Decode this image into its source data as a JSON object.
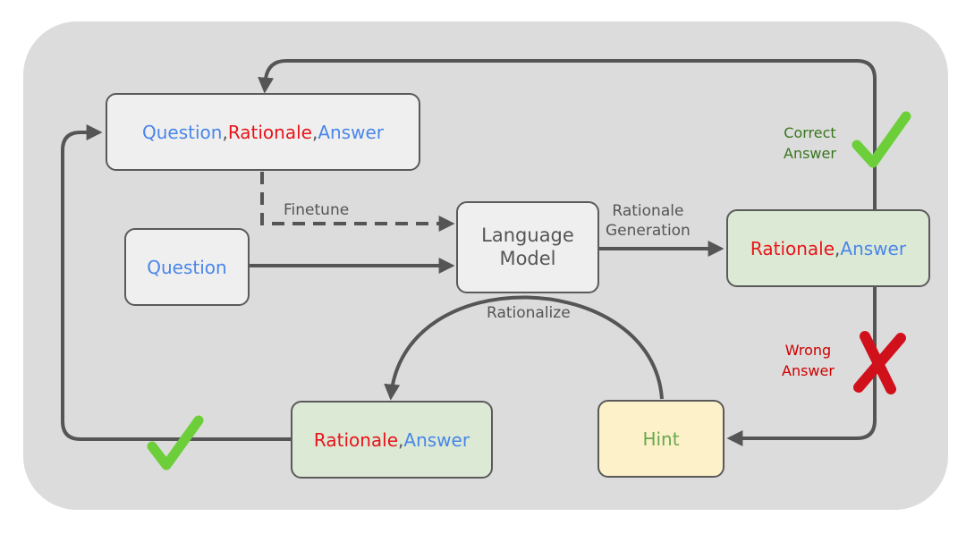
{
  "boxes": {
    "qra": {
      "q": "Question",
      "sep1": ", ",
      "r": "Rationale",
      "sep2": ", ",
      "a": "Answer"
    },
    "question": {
      "text": "Question"
    },
    "language_model": {
      "line1": "Language",
      "line2": "Model"
    },
    "ra_right": {
      "r": "Rationale",
      "sep": ", ",
      "a": "Answer"
    },
    "ra_bottom": {
      "r": "Rationale",
      "sep": ", ",
      "a": "Answer"
    },
    "hint": {
      "text": "Hint"
    }
  },
  "edge_labels": {
    "finetune": "Finetune",
    "rationale_generation_1": "Rationale",
    "rationale_generation_2": "Generation",
    "rationalize": "Rationalize",
    "correct_1": "Correct",
    "correct_2": "Answer",
    "wrong_1": "Wrong",
    "wrong_2": "Answer"
  },
  "icons": [
    "check-mark-icon",
    "check-mark-icon",
    "cross-mark-icon"
  ],
  "colors": {
    "panel": "#dcdcdc",
    "blue_text": "#4a86e8",
    "red_text": "#e8141a",
    "check_green": "#6ccf3a",
    "cross_red": "#d0101a",
    "arrow": "#555555"
  }
}
